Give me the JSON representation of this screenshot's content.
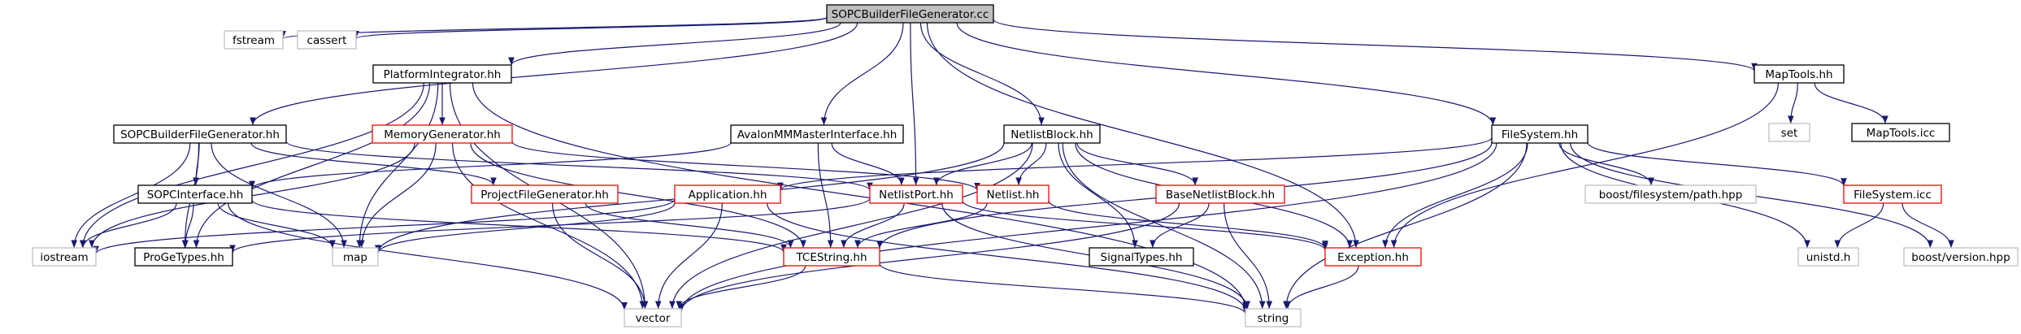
{
  "diagram": {
    "colors": {
      "edge": "#191970",
      "edge_gray": "#a9a9a9",
      "border_default": "#000000",
      "border_incomplete": "#ff0000",
      "border_external": "#bfbfbf",
      "root_fill": "#bfbfbf",
      "fill": "#ffffff"
    },
    "nodes": [
      {
        "id": "root",
        "label": "SOPCBuilderFileGenerator.cc",
        "kind": "root"
      },
      {
        "id": "fstream",
        "label": "fstream",
        "kind": "external"
      },
      {
        "id": "cassert",
        "label": "cassert",
        "kind": "external"
      },
      {
        "id": "platformintegrator",
        "label": "PlatformIntegrator.hh",
        "kind": "default"
      },
      {
        "id": "maptools",
        "label": "MapTools.hh",
        "kind": "default"
      },
      {
        "id": "set",
        "label": "set",
        "kind": "external"
      },
      {
        "id": "maptoolsicc",
        "label": "MapTools.icc",
        "kind": "default"
      },
      {
        "id": "sopcbfg",
        "label": "SOPCBuilderFileGenerator.hh",
        "kind": "default"
      },
      {
        "id": "memgen",
        "label": "MemoryGenerator.hh",
        "kind": "incomplete"
      },
      {
        "id": "avalon",
        "label": "AvalonMMMasterInterface.hh",
        "kind": "default"
      },
      {
        "id": "netlistblock",
        "label": "NetlistBlock.hh",
        "kind": "default"
      },
      {
        "id": "filesystem",
        "label": "FileSystem.hh",
        "kind": "default"
      },
      {
        "id": "sopciface",
        "label": "SOPCInterface.hh",
        "kind": "default"
      },
      {
        "id": "projfilegen",
        "label": "ProjectFileGenerator.hh",
        "kind": "incomplete"
      },
      {
        "id": "application",
        "label": "Application.hh",
        "kind": "incomplete"
      },
      {
        "id": "netlistport",
        "label": "NetlistPort.hh",
        "kind": "incomplete"
      },
      {
        "id": "netlist",
        "label": "Netlist.hh",
        "kind": "incomplete"
      },
      {
        "id": "basenetlist",
        "label": "BaseNetlistBlock.hh",
        "kind": "incomplete"
      },
      {
        "id": "boostpath",
        "label": "boost/filesystem/path.hpp",
        "kind": "external"
      },
      {
        "id": "filesystemicc",
        "label": "FileSystem.icc",
        "kind": "incomplete"
      },
      {
        "id": "iostream",
        "label": "iostream",
        "kind": "external"
      },
      {
        "id": "progetypes",
        "label": "ProGeTypes.hh",
        "kind": "default"
      },
      {
        "id": "map",
        "label": "map",
        "kind": "external"
      },
      {
        "id": "tcestring",
        "label": "TCEString.hh",
        "kind": "incomplete"
      },
      {
        "id": "signaltypes",
        "label": "SignalTypes.hh",
        "kind": "default"
      },
      {
        "id": "exception",
        "label": "Exception.hh",
        "kind": "incomplete"
      },
      {
        "id": "unistd",
        "label": "unistd.h",
        "kind": "external"
      },
      {
        "id": "boostversion",
        "label": "boost/version.hpp",
        "kind": "external"
      },
      {
        "id": "vector",
        "label": "vector",
        "kind": "external"
      },
      {
        "id": "string",
        "label": "string",
        "kind": "external"
      }
    ],
    "edges": [
      [
        "root",
        "fstream"
      ],
      [
        "root",
        "cassert"
      ],
      [
        "root",
        "platformintegrator"
      ],
      [
        "root",
        "sopcbfg"
      ],
      [
        "root",
        "avalon"
      ],
      [
        "root",
        "netlistblock"
      ],
      [
        "root",
        "netlistport"
      ],
      [
        "root",
        "exception"
      ],
      [
        "root",
        "filesystem"
      ],
      [
        "root",
        "maptools"
      ],
      [
        "platformintegrator",
        "memgen"
      ],
      [
        "platformintegrator",
        "iostream"
      ],
      [
        "platformintegrator",
        "progetypes"
      ],
      [
        "platformintegrator",
        "map"
      ],
      [
        "platformintegrator",
        "vector"
      ],
      [
        "platformintegrator",
        "string"
      ],
      [
        "maptools",
        "set"
      ],
      [
        "maptools",
        "maptoolsicc"
      ],
      [
        "maptools",
        "exception"
      ],
      [
        "sopcbfg",
        "sopciface"
      ],
      [
        "sopcbfg",
        "projfilegen"
      ],
      [
        "sopcbfg",
        "iostream"
      ],
      [
        "sopcbfg",
        "progetypes"
      ],
      [
        "sopcbfg",
        "map"
      ],
      [
        "sopcbfg",
        "netlistport"
      ],
      [
        "memgen",
        "iostream"
      ],
      [
        "memgen",
        "map"
      ],
      [
        "memgen",
        "vector"
      ],
      [
        "memgen",
        "tcestring"
      ],
      [
        "memgen",
        "netlist"
      ],
      [
        "avalon",
        "sopciface"
      ],
      [
        "avalon",
        "netlistport"
      ],
      [
        "avalon",
        "tcestring"
      ],
      [
        "netlistblock",
        "netlist"
      ],
      [
        "netlistblock",
        "netlistport"
      ],
      [
        "netlistblock",
        "basenetlist"
      ],
      [
        "netlistblock",
        "signaltypes"
      ],
      [
        "netlistblock",
        "exception"
      ],
      [
        "netlistblock",
        "string"
      ],
      [
        "netlistblock",
        "map"
      ],
      [
        "netlistblock",
        "vector"
      ],
      [
        "filesystem",
        "application"
      ],
      [
        "filesystem",
        "tcestring"
      ],
      [
        "filesystem",
        "exception"
      ],
      [
        "filesystem",
        "boostpath"
      ],
      [
        "filesystem",
        "filesystemicc"
      ],
      [
        "filesystem",
        "unistd"
      ],
      [
        "filesystem",
        "boostversion"
      ],
      [
        "filesystem",
        "string"
      ],
      [
        "filesystem",
        "vector"
      ],
      [
        "sopciface",
        "iostream"
      ],
      [
        "sopciface",
        "progetypes"
      ],
      [
        "sopciface",
        "map"
      ],
      [
        "sopciface",
        "vector"
      ],
      [
        "sopciface",
        "tcestring"
      ],
      [
        "projfilegen",
        "tcestring"
      ],
      [
        "projfilegen",
        "vector"
      ],
      [
        "application",
        "iostream"
      ],
      [
        "application",
        "map"
      ],
      [
        "application",
        "vector"
      ],
      [
        "application",
        "string"
      ],
      [
        "netlistport",
        "tcestring"
      ],
      [
        "netlistport",
        "progetypes"
      ],
      [
        "netlistport",
        "exception"
      ],
      [
        "netlistport",
        "string"
      ],
      [
        "netlist",
        "tcestring"
      ],
      [
        "netlist",
        "exception"
      ],
      [
        "basenetlist",
        "signaltypes"
      ],
      [
        "basenetlist",
        "vector"
      ],
      [
        "basenetlist",
        "string"
      ],
      [
        "tcestring",
        "vector"
      ],
      [
        "tcestring",
        "string"
      ],
      [
        "exception",
        "string"
      ],
      [
        "filesystemicc",
        "unistd"
      ],
      [
        "filesystemicc",
        "boostversion"
      ]
    ]
  }
}
